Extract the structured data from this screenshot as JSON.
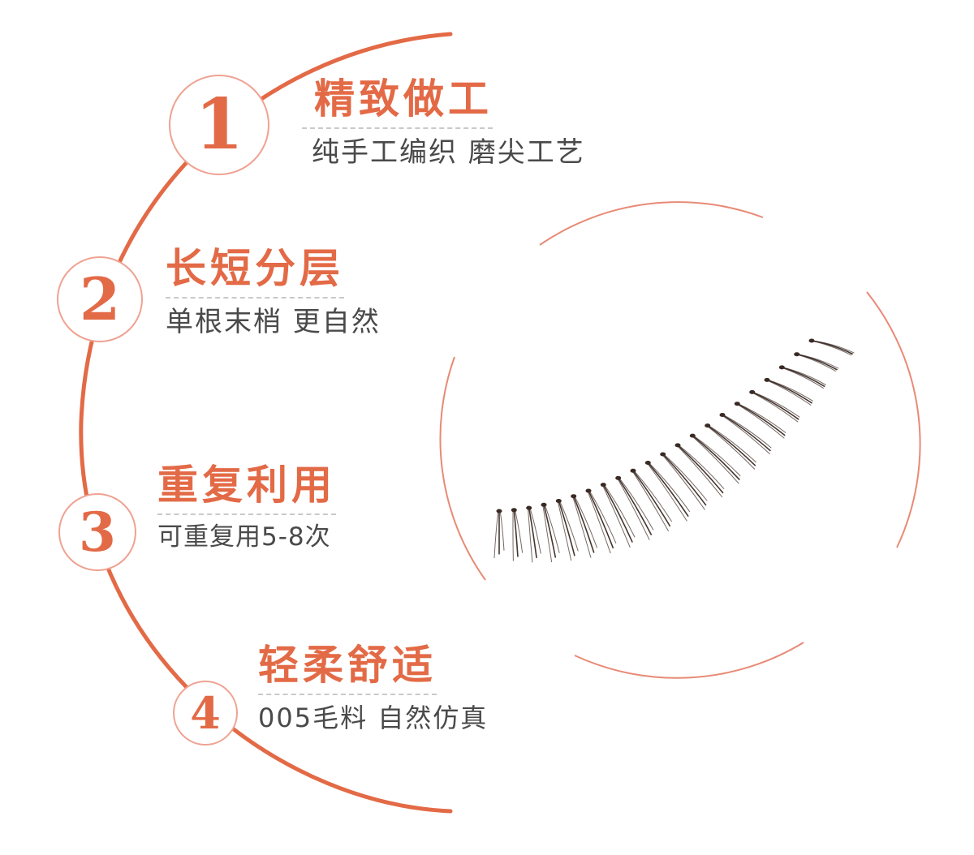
{
  "theme": {
    "accent": "#e36a46",
    "ring": "#e36a46",
    "circle_border": "#efa292",
    "text": "#4a4a4a",
    "divider": "#c9c9c9",
    "lash": "#3a2a24"
  },
  "features": [
    {
      "number": "1",
      "title": "精致做工",
      "desc": "纯手工编织  磨尖工艺"
    },
    {
      "number": "2",
      "title": "长短分层",
      "desc": "单根末梢  更自然"
    },
    {
      "number": "3",
      "title": "重复利用",
      "desc": "可重复用5-8次"
    },
    {
      "number": "4",
      "title": "轻柔舒适",
      "desc": "005毛料  自然仿真"
    }
  ],
  "product_image": {
    "icon": "eyelash-strip-icon"
  }
}
